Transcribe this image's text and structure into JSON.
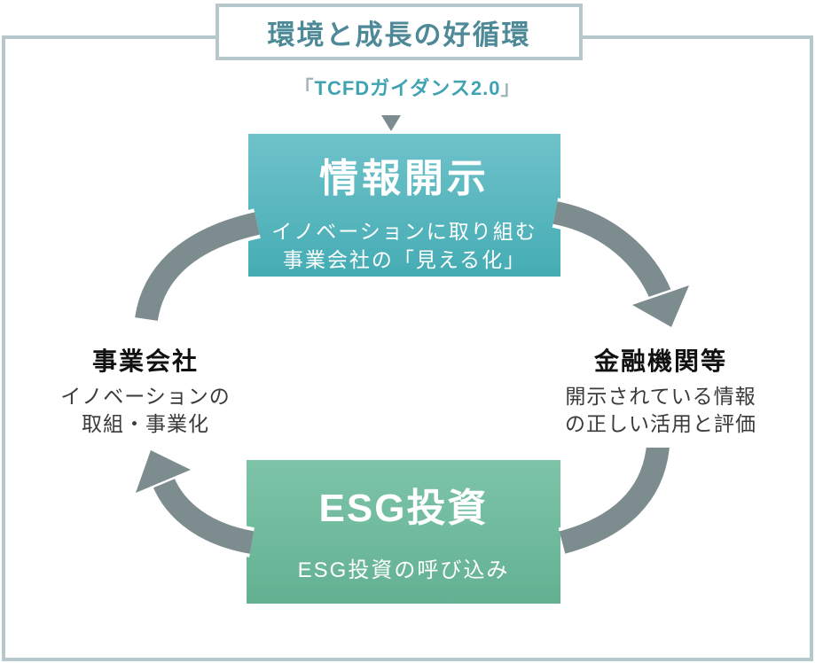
{
  "colors": {
    "frame-border": "#b7c8cc",
    "title-text": "#4e8997",
    "tcfd-text": "#3fa3b2",
    "tcfd-bracket": "#9fb3ba",
    "teal-top": "#6fc2ca",
    "teal-bottom": "#45acb4",
    "green-top": "#7dc4a9",
    "green-bottom": "#63b192",
    "arrow": "#7d8c8e",
    "dark-text": "#3a3a3a"
  },
  "header": {
    "title": "環境と成長の好循環",
    "subtitle_open": "「",
    "subtitle": "TCFDガイダンス2.0",
    "subtitle_close": "」"
  },
  "cycle": {
    "disclosure": {
      "title": "情報開示",
      "desc_line1": "イノベーションに取り組む",
      "desc_line2": "事業会社の「見える化」"
    },
    "financial": {
      "title": "金融機関等",
      "desc_line1": "開示されている情報",
      "desc_line2": "の正しい活用と評価"
    },
    "esg": {
      "title": "ESG投資",
      "desc": "ESG投資の呼び込み"
    },
    "business": {
      "title": "事業会社",
      "desc_line1": "イノベーションの",
      "desc_line2": "取組・事業化"
    }
  }
}
